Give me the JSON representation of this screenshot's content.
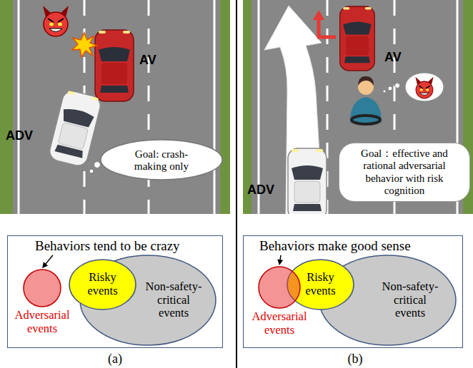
{
  "diagram": {
    "nodes": [
      {
        "text": [
          "Goal: crash-making only"
        ]
      },
      {
        "text": [
          "Goal：effective and rational adversarial behavior with risk cognition"
        ]
      },
      {
        "text": [
          "Behaviors tend to be crazy"
        ]
      },
      {
        "text": [
          "Non-safety-critical events"
        ],
        "in": 2
      },
      {
        "text": [
          "Risky events"
        ],
        "in": 2
      },
      {
        "text": [
          "Adversarial events"
        ],
        "in": 2
      },
      {
        "text": [
          "Behaviors make good sense"
        ]
      },
      {
        "text": [
          "Non-safety-critical events"
        ],
        "in": 6
      },
      {
        "text": [
          "Risky events"
        ],
        "in": 6
      },
      {
        "text": [
          "Adversarial events"
        ],
        "in": 6
      }
    ],
    "edges": [
      {
        "from": 2,
        "to": 5,
        "arrow": "to"
      },
      {
        "from": 6,
        "to": 9,
        "arrow": "to"
      }
    ],
    "labels": [
      "AV",
      "ADV",
      "AV",
      "ADV",
      "(a)",
      "(b)"
    ]
  }
}
